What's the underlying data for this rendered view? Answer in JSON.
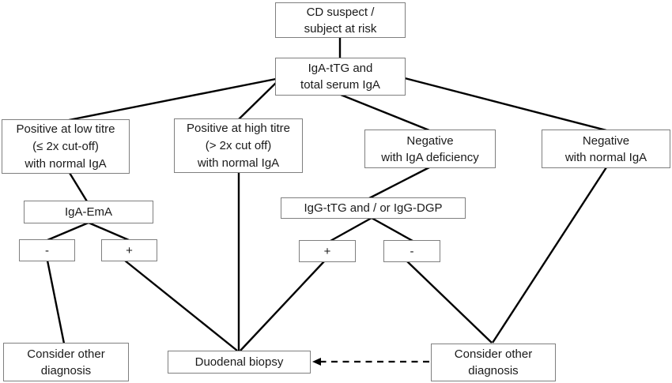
{
  "nodes": {
    "cd_suspect": {
      "line1": "CD suspect /",
      "line2": "subject at risk"
    },
    "iga_ttg": {
      "line1": "IgA-tTG and",
      "line2": "total serum IgA"
    },
    "pos_low": {
      "line1": "Positive at low titre",
      "line2": "(≤ 2x cut-off)",
      "line3": "with normal IgA"
    },
    "pos_high": {
      "line1": "Positive at high titre",
      "line2": "(> 2x cut off)",
      "line3": "with normal IgA"
    },
    "neg_def": {
      "line1": "Negative",
      "line2": "with IgA deficiency"
    },
    "neg_norm": {
      "line1": "Negative",
      "line2": "with normal IgA"
    },
    "iga_ema": {
      "label": "IgA-EmA"
    },
    "igg_tests": {
      "label": "IgG-tTG and / or IgG-DGP"
    },
    "ema_neg": {
      "label": "-"
    },
    "ema_pos": {
      "label": "+"
    },
    "igg_pos": {
      "label": "+"
    },
    "igg_neg": {
      "label": "-"
    },
    "consider_left": {
      "line1": "Consider other",
      "line2": "diagnosis"
    },
    "duodenal": {
      "label": "Duodenal biopsy"
    },
    "consider_right": {
      "line1": "Consider other",
      "line2": "diagnosis"
    }
  },
  "colors": {
    "background": "#ffffff",
    "box_border": "#7f7f7f",
    "connector_line": "#000000",
    "text": "#1a1a1a"
  }
}
